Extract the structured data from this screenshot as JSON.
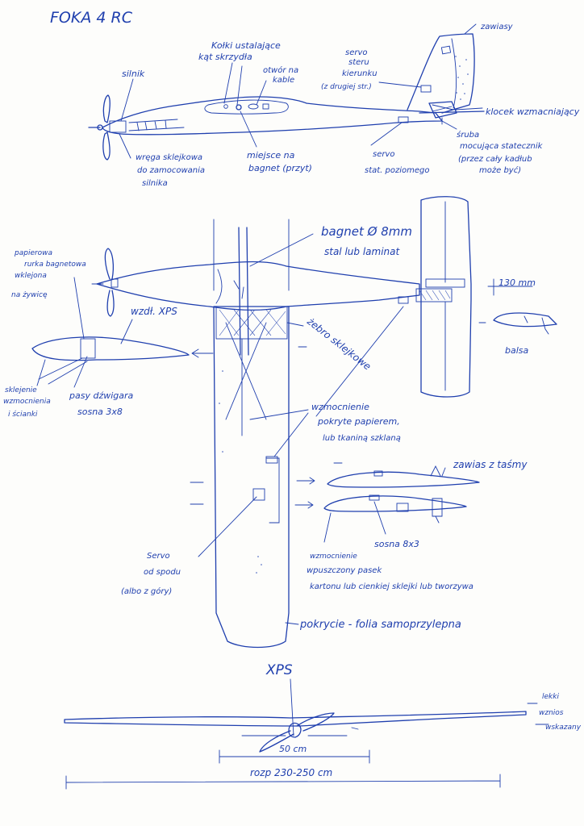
{
  "title": "FOKA 4   RC",
  "side_view": {
    "zawiasy": "zawiasy",
    "kolki_1": "Kołki ustalające",
    "kolki_2": "kąt skrzydła",
    "silnik": "silnik",
    "otwor_1": "otwór na",
    "otwor_2": "kable",
    "servo_ster_1": "servo",
    "servo_ster_2": "steru",
    "servo_ster_3": "kierunku",
    "servo_ster_4": "(z drugiej str.)",
    "klocek": "klocek wzmacniający",
    "wrega_1": "wręga sklejkowa",
    "wrega_2": "do zamocowania",
    "wrega_3": "silnika",
    "miejsce_1": "miejsce na",
    "miejsce_2": "bagnet (przyt)",
    "servo_stat_1": "servo",
    "servo_stat_2": "stat. poziomego",
    "sruba_1": "śruba",
    "sruba_2": "mocująca statecznik",
    "sruba_3": "(przez cały kadłub",
    "sruba_4": "może być)"
  },
  "top_view": {
    "bagnet_1": "bagnet Ø 8mm",
    "bagnet_2": "stal lub laminat",
    "papierowa_1": "papierowa",
    "papierowa_2": "rurka bagnetowa",
    "papierowa_3": "wklejona",
    "papierowa_4": "na żywicę",
    "wzdl_xps": "wzdł. XPS",
    "zebro": "żebro sklejkowe",
    "dim_130": "130 mm",
    "balsa": "balsa",
    "sklejenie_1": "sklejenie",
    "sklejenie_2": "wzmocnienia",
    "sklejenie_3": "i ścianki",
    "pasy_1": "pasy dźwigara",
    "pasy_2": "sosna 3x8",
    "wzmocnienie_1": "wzmocnienie",
    "wzmocnienie_2": "pokryte papierem,",
    "wzmocnienie_3": "lub tkaniną szklaną",
    "zawias_tasmy": "zawias z taśmy",
    "servo_spodu_1": "Servo",
    "servo_spodu_2": "od spodu",
    "servo_spodu_3": "(albo z góry)",
    "sosna_8x3": "sosna 8x3",
    "wzmocnienie_b1": "wzmocnienie",
    "wzmocnienie_b2": "wpuszczony pasek",
    "wzmocnienie_b3": "kartonu lub cienkiej sklejki lub tworzywa",
    "pokrycie": "pokrycie - folia samoprzylepna",
    "xps": "XPS"
  },
  "front_view": {
    "lekki_1": "lekki",
    "lekki_2": "wznios",
    "lekki_3": "wskazany",
    "dim_50": "50 cm",
    "rozp": "rozp 230-250 cm"
  }
}
